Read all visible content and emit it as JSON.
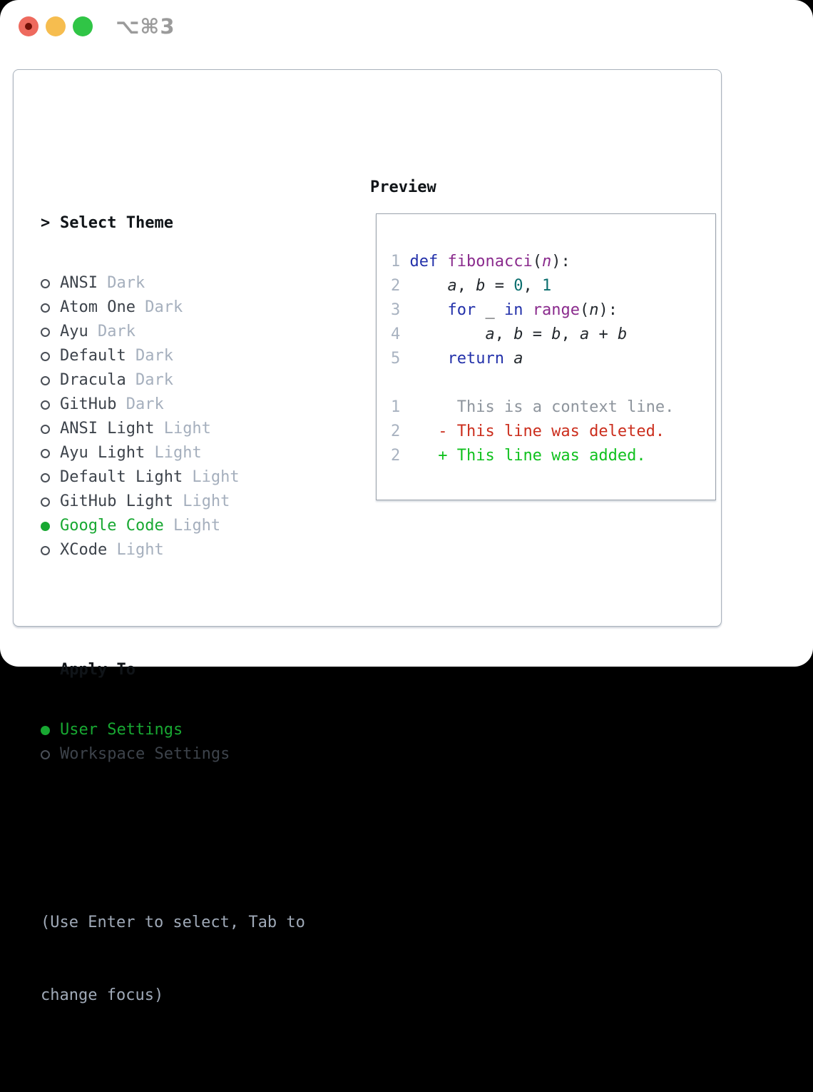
{
  "window": {
    "title": "⌥⌘3"
  },
  "theme_list": {
    "cursor": ">",
    "header": "Select Theme",
    "items": [
      {
        "name": "ANSI",
        "variant": "Dark",
        "selected": false
      },
      {
        "name": "Atom One",
        "variant": "Dark",
        "selected": false
      },
      {
        "name": "Ayu",
        "variant": "Dark",
        "selected": false
      },
      {
        "name": "Default",
        "variant": "Dark",
        "selected": false
      },
      {
        "name": "Dracula",
        "variant": "Dark",
        "selected": false
      },
      {
        "name": "GitHub",
        "variant": "Dark",
        "selected": false
      },
      {
        "name": "ANSI Light",
        "variant": "Light",
        "selected": false
      },
      {
        "name": "Ayu Light",
        "variant": "Light",
        "selected": false
      },
      {
        "name": "Default Light",
        "variant": "Light",
        "selected": false
      },
      {
        "name": "GitHub Light",
        "variant": "Light",
        "selected": false
      },
      {
        "name": "Google Code",
        "variant": "Light",
        "selected": true
      },
      {
        "name": "XCode",
        "variant": "Light",
        "selected": false
      }
    ]
  },
  "apply_to": {
    "header": "Apply To",
    "options": [
      {
        "label": "User Settings",
        "selected": true
      },
      {
        "label": "Workspace Settings",
        "selected": false
      }
    ]
  },
  "help": {
    "line1": "(Use Enter to select, Tab to",
    "line2": "change focus)"
  },
  "preview": {
    "title": "Preview",
    "lines": [
      {
        "segments": [
          {
            "c": "num",
            "t": "1"
          },
          {
            "c": "pln",
            "t": " "
          },
          {
            "c": "kw",
            "t": "def"
          },
          {
            "c": "pln",
            "t": " "
          },
          {
            "c": "fn",
            "t": "fibonacci"
          },
          {
            "c": "pln",
            "t": "("
          },
          {
            "c": "fnvar",
            "t": "n"
          },
          {
            "c": "pln",
            "t": "):"
          }
        ]
      },
      {
        "segments": [
          {
            "c": "num",
            "t": "2"
          },
          {
            "c": "pln",
            "t": "     "
          },
          {
            "c": "var",
            "t": "a"
          },
          {
            "c": "pln",
            "t": ", "
          },
          {
            "c": "var",
            "t": "b"
          },
          {
            "c": "pln",
            "t": " = "
          },
          {
            "c": "lit",
            "t": "0"
          },
          {
            "c": "pln",
            "t": ", "
          },
          {
            "c": "lit",
            "t": "1"
          }
        ]
      },
      {
        "segments": [
          {
            "c": "num",
            "t": "3"
          },
          {
            "c": "pln",
            "t": "     "
          },
          {
            "c": "kw",
            "t": "for"
          },
          {
            "c": "pln",
            "t": " _ "
          },
          {
            "c": "kw",
            "t": "in"
          },
          {
            "c": "pln",
            "t": " "
          },
          {
            "c": "fn",
            "t": "range"
          },
          {
            "c": "pln",
            "t": "("
          },
          {
            "c": "var",
            "t": "n"
          },
          {
            "c": "pln",
            "t": "):"
          }
        ]
      },
      {
        "segments": [
          {
            "c": "num",
            "t": "4"
          },
          {
            "c": "pln",
            "t": "         "
          },
          {
            "c": "var",
            "t": "a"
          },
          {
            "c": "pln",
            "t": ", "
          },
          {
            "c": "var",
            "t": "b"
          },
          {
            "c": "pln",
            "t": " = "
          },
          {
            "c": "var",
            "t": "b"
          },
          {
            "c": "pln",
            "t": ", "
          },
          {
            "c": "var",
            "t": "a"
          },
          {
            "c": "pln",
            "t": " + "
          },
          {
            "c": "var",
            "t": "b"
          }
        ]
      },
      {
        "segments": [
          {
            "c": "num",
            "t": "5"
          },
          {
            "c": "pln",
            "t": "     "
          },
          {
            "c": "kw",
            "t": "return"
          },
          {
            "c": "pln",
            "t": " "
          },
          {
            "c": "var",
            "t": "a"
          }
        ]
      },
      {
        "segments": []
      },
      {
        "segments": [
          {
            "c": "num",
            "t": "1"
          },
          {
            "c": "pln",
            "t": "      "
          },
          {
            "c": "ctx",
            "t": "This is a context line."
          }
        ]
      },
      {
        "segments": [
          {
            "c": "num",
            "t": "2"
          },
          {
            "c": "pln",
            "t": "    "
          },
          {
            "c": "del",
            "t": "- This line was deleted."
          }
        ]
      },
      {
        "segments": [
          {
            "c": "num",
            "t": "2"
          },
          {
            "c": "pln",
            "t": "    "
          },
          {
            "c": "add",
            "t": "+ This line was added."
          }
        ]
      }
    ]
  },
  "colors": {
    "title_gray": "#9b9b9b",
    "traffic_red": "#ee6a5e",
    "traffic_red_dot": "#731007",
    "traffic_yellow": "#f6bd4f",
    "traffic_green": "#30c546",
    "panel_border": "#a9b2bc",
    "preview_border": "#9aa2ac",
    "header_text": "#101418",
    "item_text": "#3d434b",
    "variant_text": "#a5afbd",
    "selected_green": "#18a832",
    "help_text": "#9fa9b7",
    "ring": "#4a4f57",
    "line_number": "#a8b2c0",
    "keyword": "#2331aa",
    "function": "#8a2b8d",
    "literal": "#0b6e6e",
    "plain": "#24292e",
    "context": "#8e959d",
    "deleted": "#cb2e1d",
    "added": "#10c11e"
  }
}
